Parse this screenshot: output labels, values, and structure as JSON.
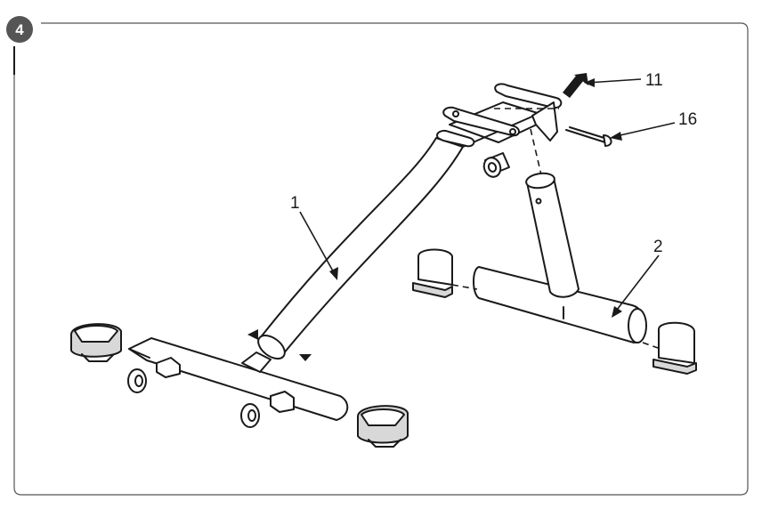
{
  "step": {
    "number": "4"
  },
  "callouts": [
    {
      "id": "c11",
      "label": "11",
      "part": "bolt"
    },
    {
      "id": "c16",
      "label": "16",
      "part": "cotter-pin"
    },
    {
      "id": "c1",
      "label": "1",
      "part": "main-frame"
    },
    {
      "id": "c2",
      "label": "2",
      "part": "rear-base"
    }
  ],
  "colors": {
    "line": "#1a1a1a",
    "badge": "#555555",
    "frame": "#555555",
    "background": "#ffffff"
  }
}
